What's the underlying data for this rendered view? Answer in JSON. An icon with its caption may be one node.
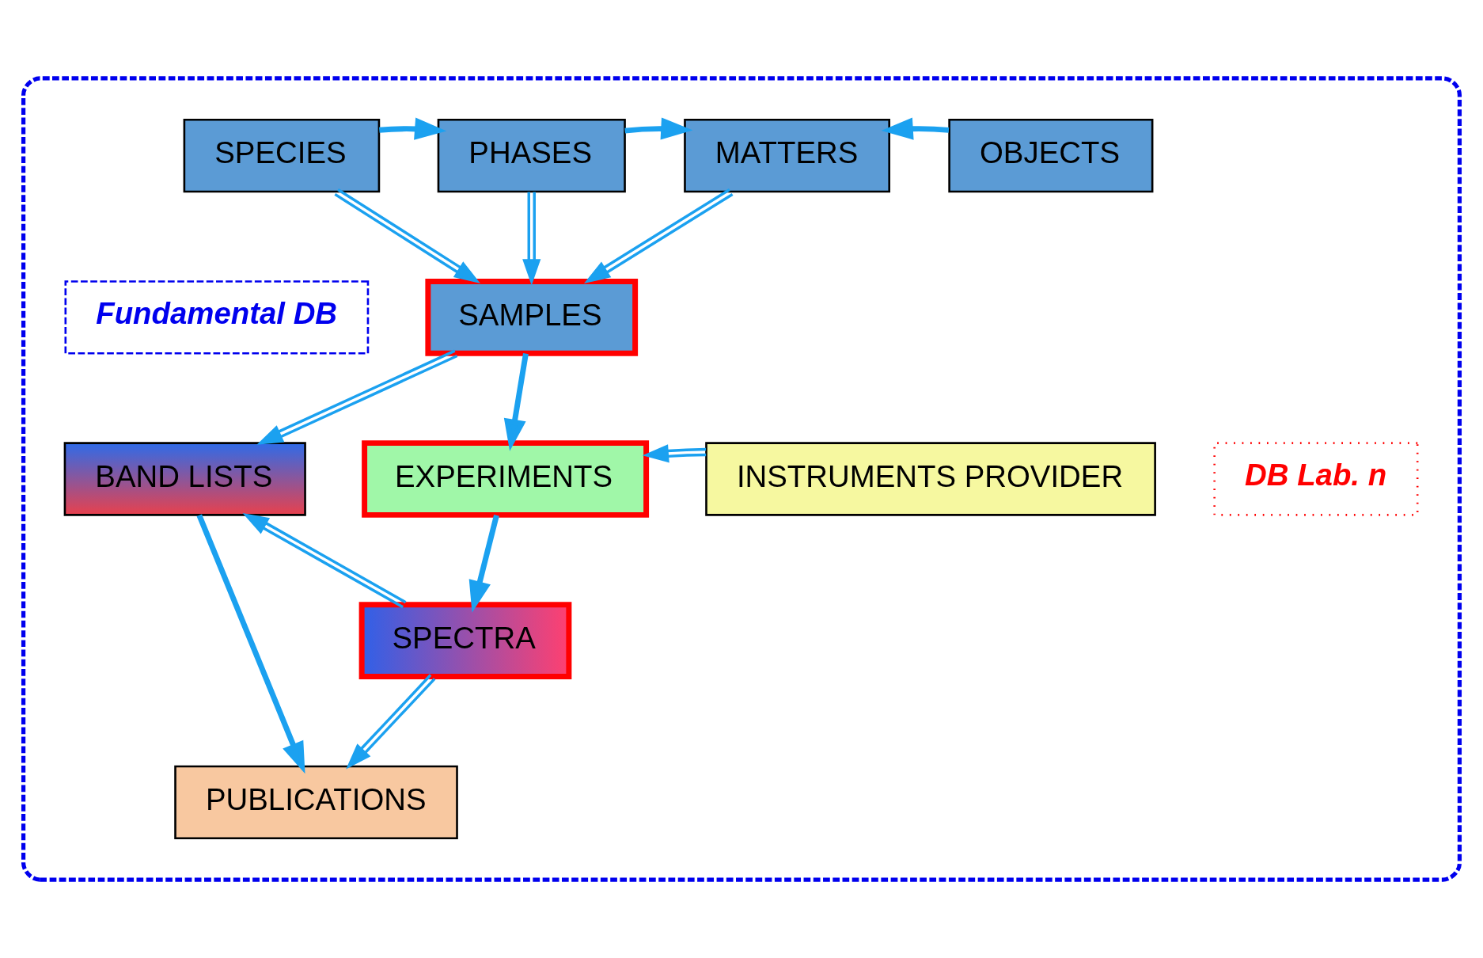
{
  "diagram": {
    "nodes": [
      {
        "text": [],
        "shape": "box"
      },
      {
        "text": [
          "SPECIES"
        ],
        "in": 0
      },
      {
        "text": [
          "PHASES"
        ],
        "in": 0
      },
      {
        "text": [
          "MATTERS"
        ],
        "in": 0
      },
      {
        "text": [
          "OBJECTS"
        ],
        "in": 0
      },
      {
        "text": [
          "Fundamental DB"
        ],
        "in": 0
      },
      {
        "text": [
          "SAMPLES"
        ],
        "in": 0
      },
      {
        "text": [
          "DB Lab. n"
        ],
        "in": 0
      },
      {
        "text": [
          "BAND LISTS"
        ],
        "in": 0
      },
      {
        "text": [
          "EXPERIMENTS"
        ],
        "in": 0
      },
      {
        "text": [
          "INSTRUMENTS PROVIDER"
        ],
        "in": 0
      },
      {
        "text": [
          "SPECTRA"
        ],
        "in": 0
      },
      {
        "text": [
          "PUBLICATIONS"
        ],
        "in": 0
      }
    ],
    "edges": [
      {
        "from": 1,
        "to": 2,
        "arrow": "to",
        "style": "thick"
      },
      {
        "from": 2,
        "to": 3,
        "arrow": "to",
        "style": "thick"
      },
      {
        "from": 4,
        "to": 3,
        "arrow": "to",
        "style": "thick"
      },
      {
        "from": 1,
        "to": 6,
        "arrow": "to"
      },
      {
        "from": 2,
        "to": 6,
        "arrow": "to"
      },
      {
        "from": 3,
        "to": 6,
        "arrow": "to"
      },
      {
        "from": 6,
        "to": 8,
        "arrow": "to"
      },
      {
        "from": 6,
        "to": 9,
        "arrow": "to",
        "style": "thick"
      },
      {
        "from": 10,
        "to": 9,
        "arrow": "to"
      },
      {
        "from": 9,
        "to": 11,
        "arrow": "to",
        "style": "thick"
      },
      {
        "from": 11,
        "to": 8,
        "arrow": "to"
      },
      {
        "from": 11,
        "to": 12,
        "arrow": "to"
      },
      {
        "from": 8,
        "to": 12,
        "arrow": "to",
        "style": "thick"
      }
    ]
  }
}
